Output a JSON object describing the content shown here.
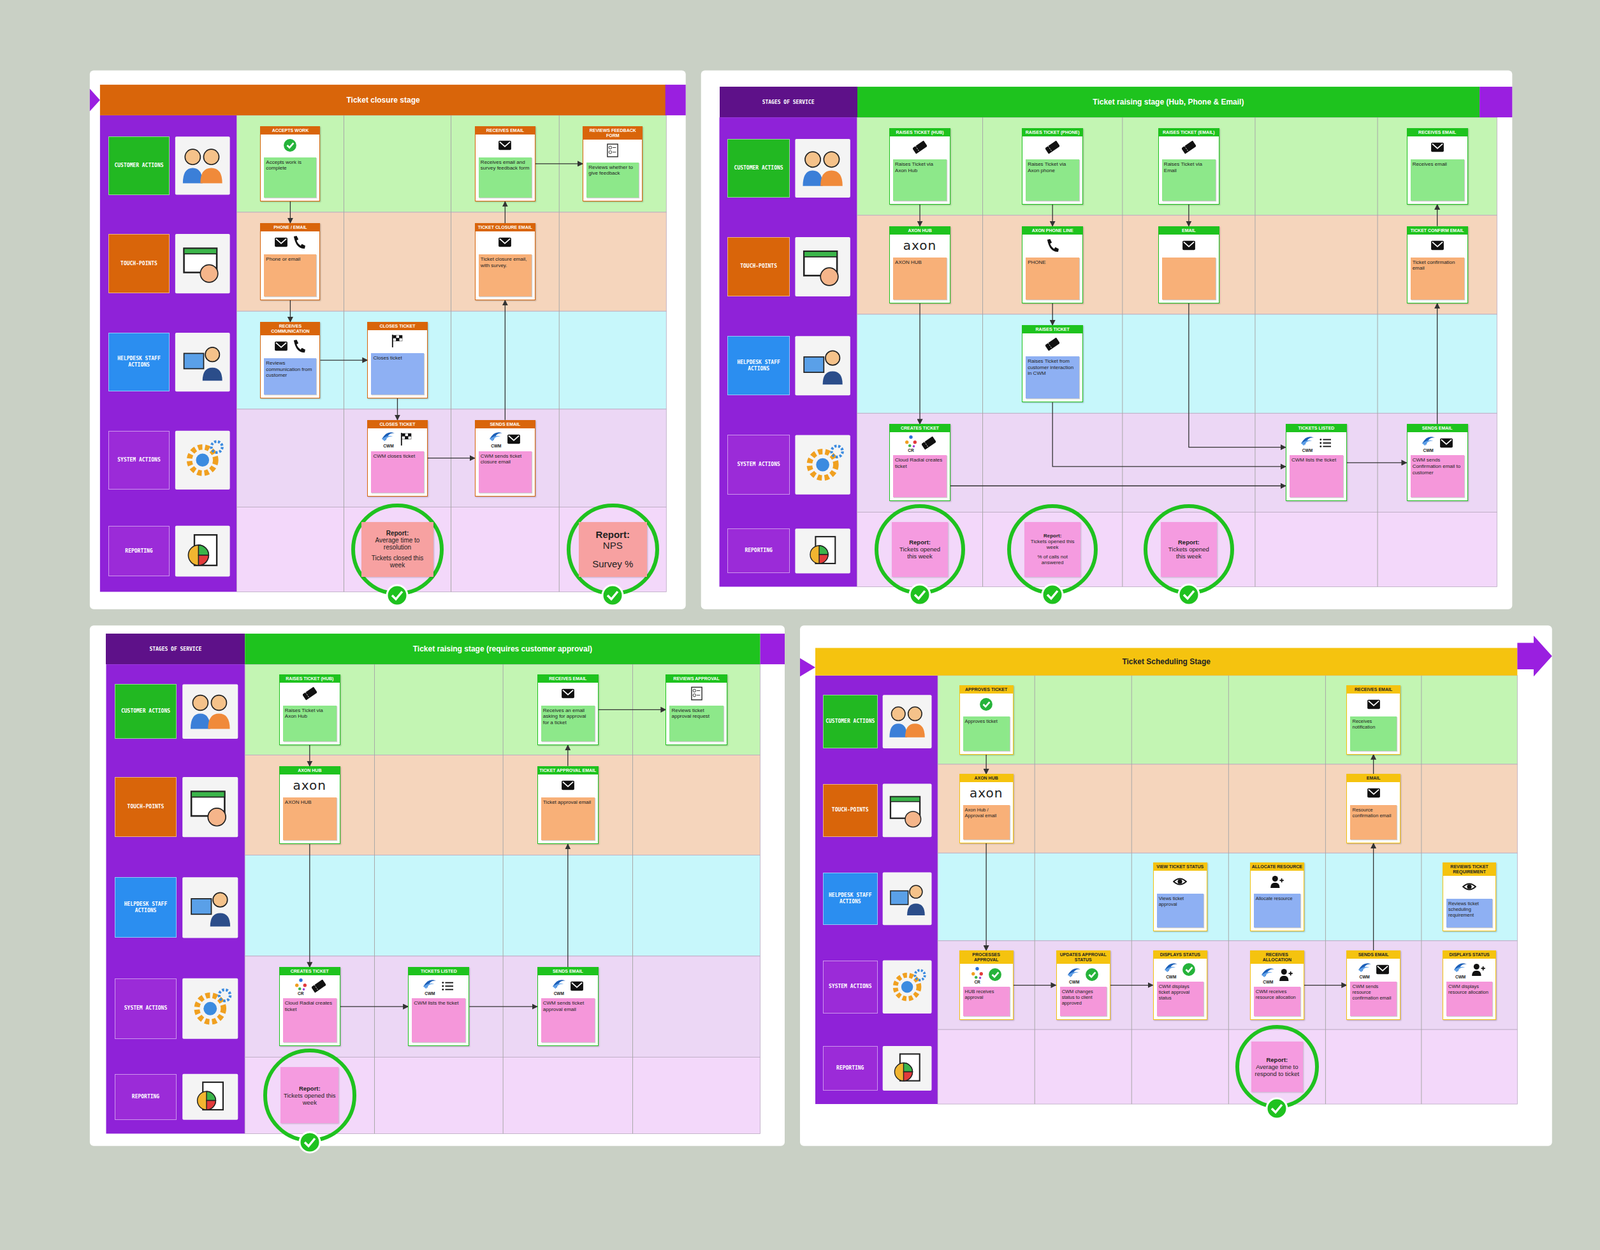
{
  "diagram": {
    "nodes": [
      {
        "text": [
          "Ticket closure stage"
        ]
      },
      {
        "text": [
          "CUSTOMER ACTIONS"
        ],
        "in": 0
      },
      {
        "text": [
          "TOUCH-POINTS"
        ],
        "in": 0
      },
      {
        "text": [
          "HELPDESK STAFF ACTIONS"
        ],
        "in": 0
      },
      {
        "text": [
          "SYSTEM ACTIONS"
        ],
        "in": 0
      },
      {
        "text": [
          "REPORTING"
        ],
        "in": 0
      },
      {
        "text": [
          "ACCEPTS WORK",
          "Accepts work is complete"
        ],
        "in": 0
      },
      {
        "text": [
          "RECEIVES EMAIL",
          "Receives email and survey feedback form"
        ],
        "in": 0
      },
      {
        "text": [
          "REVIEWS FEEDBACK FORM",
          "Reviews whether to give feedback"
        ],
        "in": 0
      },
      {
        "text": [
          "PHONE / EMAIL",
          "Phone or email"
        ],
        "in": 0
      },
      {
        "text": [
          "TICKET CLOSURE EMAIL",
          "Ticket closure email, with survey."
        ],
        "in": 0
      },
      {
        "text": [
          "RECEIVES COMMUNICATION",
          "Reviews communication from customer"
        ],
        "in": 0
      },
      {
        "text": [
          "CLOSES TICKET",
          "Closes ticket"
        ],
        "in": 0
      },
      {
        "text": [
          "CLOSES TICKET",
          "CWM",
          "CWM closes ticket"
        ],
        "in": 0
      },
      {
        "text": [
          "SENDS EMAIL",
          "CWM",
          "CWM sends ticket closure email"
        ],
        "in": 0
      },
      {
        "text": [
          "Report:",
          "Average time to resolution",
          "Tickets closed this week"
        ],
        "in": 0
      },
      {
        "text": [
          "Report:",
          "NPS",
          "Survey %"
        ],
        "in": 0
      },
      {
        "text": [
          "Ticket raising stage (Hub, Phone & Email)"
        ]
      },
      {
        "text": [
          "STAGES OF SERVICE"
        ],
        "in": 17
      },
      {
        "text": [
          "CUSTOMER ACTIONS"
        ],
        "in": 17
      },
      {
        "text": [
          "TOUCH-POINTS"
        ],
        "in": 17
      },
      {
        "text": [
          "HELPDESK STAFF ACTIONS"
        ],
        "in": 17
      },
      {
        "text": [
          "SYSTEM ACTIONS"
        ],
        "in": 17
      },
      {
        "text": [
          "REPORTING"
        ],
        "in": 17
      },
      {
        "text": [
          "RAISES TICKET (HUB)",
          "Raises Ticket via Axon Hub"
        ],
        "in": 17
      },
      {
        "text": [
          "RAISES TICKET (PHONE)",
          "Raises Ticket via Axon phone"
        ],
        "in": 17
      },
      {
        "text": [
          "RAISES TICKET (EMAIL)",
          "Raises Ticket via Email"
        ],
        "in": 17
      },
      {
        "text": [
          "RECEIVES EMAIL",
          "Receives email"
        ],
        "in": 17
      },
      {
        "text": [
          "AXON HUB",
          "axon",
          "AXON HUB"
        ],
        "in": 17
      },
      {
        "text": [
          "AXON PHONE LINE",
          "PHONE"
        ],
        "in": 17
      },
      {
        "text": [
          "EMAIL"
        ],
        "in": 17
      },
      {
        "text": [
          "TICKET CONFIRM EMAIL",
          "Ticket confirmation email"
        ],
        "in": 17
      },
      {
        "text": [
          "RAISES TICKET",
          "Raises Ticket from customer interaction in CWM"
        ],
        "in": 17
      },
      {
        "text": [
          "CREATES TICKET",
          "CR",
          "Cloud Radial creates ticket"
        ],
        "in": 17
      },
      {
        "text": [
          "TICKETS LISTED",
          "CWM",
          "CWM lists the ticket"
        ],
        "in": 17
      },
      {
        "text": [
          "SENDS EMAIL",
          "CWM",
          "CWM sends Confirmation email to customer"
        ],
        "in": 17
      },
      {
        "text": [
          "Report:",
          "Tickets opened this week"
        ],
        "in": 17
      },
      {
        "text": [
          "Report:",
          "Tickets opened this week",
          "% of calls not answered"
        ],
        "in": 17
      },
      {
        "text": [
          "Report:",
          "Tickets opened this week"
        ],
        "in": 17
      },
      {
        "text": [
          "Ticket raising stage (requires customer approval)"
        ]
      },
      {
        "text": [
          "STAGES OF SERVICE"
        ],
        "in": 39
      },
      {
        "text": [
          "CUSTOMER ACTIONS"
        ],
        "in": 39
      },
      {
        "text": [
          "TOUCH-POINTS"
        ],
        "in": 39
      },
      {
        "text": [
          "HELPDESK STAFF ACTIONS"
        ],
        "in": 39
      },
      {
        "text": [
          "SYSTEM ACTIONS"
        ],
        "in": 39
      },
      {
        "text": [
          "REPORTING"
        ],
        "in": 39
      },
      {
        "text": [
          "RAISES TICKET (HUB)",
          "Raises Ticket via Axon Hub"
        ],
        "in": 39
      },
      {
        "text": [
          "RECEIVES EMAIL",
          "Receives an email asking for approval for a ticket"
        ],
        "in": 39
      },
      {
        "text": [
          "REVIEWS APPROVAL",
          "Reviews ticket approval request"
        ],
        "in": 39
      },
      {
        "text": [
          "AXON HUB",
          "axon",
          "AXON HUB"
        ],
        "in": 39
      },
      {
        "text": [
          "TICKET APPROVAL EMAIL",
          "Ticket approval email"
        ],
        "in": 39
      },
      {
        "text": [
          "CREATES TICKET",
          "CR",
          "Cloud Radial creates ticket"
        ],
        "in": 39
      },
      {
        "text": [
          "TICKETS LISTED",
          "CWM",
          "CWM lists the ticket"
        ],
        "in": 39
      },
      {
        "text": [
          "SENDS EMAIL",
          "CWM",
          "CWM sends ticket approval email"
        ],
        "in": 39
      },
      {
        "text": [
          "Report:",
          "Tickets opened this week"
        ],
        "in": 39
      },
      {
        "text": [
          "Ticket Scheduling Stage"
        ]
      },
      {
        "text": [
          "CUSTOMER ACTIONS"
        ],
        "in": 55
      },
      {
        "text": [
          "TOUCH-POINTS"
        ],
        "in": 55
      },
      {
        "text": [
          "HELPDESK STAFF ACTIONS"
        ],
        "in": 55
      },
      {
        "text": [
          "SYSTEM ACTIONS"
        ],
        "in": 55
      },
      {
        "text": [
          "REPORTING"
        ],
        "in": 55
      },
      {
        "text": [
          "APPROVES TICKET",
          "Approves ticket"
        ],
        "in": 55
      },
      {
        "text": [
          "RECEIVES EMAIL",
          "Receives notification"
        ],
        "in": 55
      },
      {
        "text": [
          "AXON HUB",
          "axon",
          "Axon Hub / Approval email"
        ],
        "in": 55
      },
      {
        "text": [
          "EMAIL",
          "Resource confirmation email"
        ],
        "in": 55
      },
      {
        "text": [
          "VIEW TICKET STATUS",
          "Views ticket approval"
        ],
        "in": 55
      },
      {
        "text": [
          "ALLOCATE RESOURCE",
          "Allocate resource"
        ],
        "in": 55
      },
      {
        "text": [
          "REVIEWS TICKET REQUIREMENT",
          "Reviews ticket scheduling requirement"
        ],
        "in": 55
      },
      {
        "text": [
          "PROCESSES APPROVAL",
          "CR",
          "HUB receives approval"
        ],
        "in": 55
      },
      {
        "text": [
          "UPDATES APPROVAL STATUS",
          "CWM",
          "CWM changes status to client approved"
        ],
        "in": 55
      },
      {
        "text": [
          "DISPLAYS STATUS",
          "CWM",
          "CWM displays ticket approval status"
        ],
        "in": 55
      },
      {
        "text": [
          "RECEIVES ALLOCATION",
          "CWM",
          "CWM receives resource allocation"
        ],
        "in": 55
      },
      {
        "text": [
          "SENDS EMAIL",
          "CWM",
          "CWM sends resource confirmation email"
        ],
        "in": 55
      },
      {
        "text": [
          "DISPLAYS STATUS",
          "CWM",
          "CWM displays resource allocation"
        ],
        "in": 55
      },
      {
        "text": [
          "Report:",
          "Average time to respond to ticket"
        ],
        "in": 55
      }
    ],
    "edges": [
      {
        "from": 6,
        "to": 9,
        "arrow": "to"
      },
      {
        "from": 9,
        "to": 11,
        "arrow": "to"
      },
      {
        "from": 11,
        "to": 12,
        "arrow": "to"
      },
      {
        "from": 12,
        "to": 13,
        "arrow": "to"
      },
      {
        "from": 13,
        "to": 14,
        "arrow": "to"
      },
      {
        "from": 14,
        "to": 10,
        "arrow": "to"
      },
      {
        "from": 10,
        "to": 7,
        "arrow": "to"
      },
      {
        "from": 7,
        "to": 8,
        "arrow": "to"
      },
      {
        "from": 24,
        "to": 28,
        "arrow": "to"
      },
      {
        "from": 28,
        "to": 33,
        "arrow": "to"
      },
      {
        "from": 25,
        "to": 29,
        "arrow": "to"
      },
      {
        "from": 29,
        "to": 32,
        "arrow": "to"
      },
      {
        "from": 32,
        "to": 34,
        "arrow": "to"
      },
      {
        "from": 26,
        "to": 30,
        "arrow": "to"
      },
      {
        "from": 30,
        "to": 34,
        "arrow": "to"
      },
      {
        "from": 33,
        "to": 34,
        "arrow": "to"
      },
      {
        "from": 34,
        "to": 35,
        "arrow": "to"
      },
      {
        "from": 35,
        "to": 31,
        "arrow": "to"
      },
      {
        "from": 31,
        "to": 27,
        "arrow": "to"
      },
      {
        "from": 46,
        "to": 49,
        "arrow": "to"
      },
      {
        "from": 49,
        "to": 51,
        "arrow": "to"
      },
      {
        "from": 51,
        "to": 52,
        "arrow": "to"
      },
      {
        "from": 52,
        "to": 53,
        "arrow": "to"
      },
      {
        "from": 53,
        "to": 50,
        "arrow": "to"
      },
      {
        "from": 50,
        "to": 47,
        "arrow": "to"
      },
      {
        "from": 47,
        "to": 48,
        "arrow": "to"
      },
      {
        "from": 61,
        "to": 63,
        "arrow": "to"
      },
      {
        "from": 63,
        "to": 68,
        "arrow": "to"
      },
      {
        "from": 68,
        "to": 69,
        "arrow": "to"
      },
      {
        "from": 69,
        "to": 70,
        "arrow": "to"
      },
      {
        "from": 71,
        "to": 72,
        "arrow": "to"
      },
      {
        "from": 72,
        "to": 64,
        "arrow": "to"
      },
      {
        "from": 64,
        "to": 62,
        "arrow": "to"
      }
    ]
  }
}
